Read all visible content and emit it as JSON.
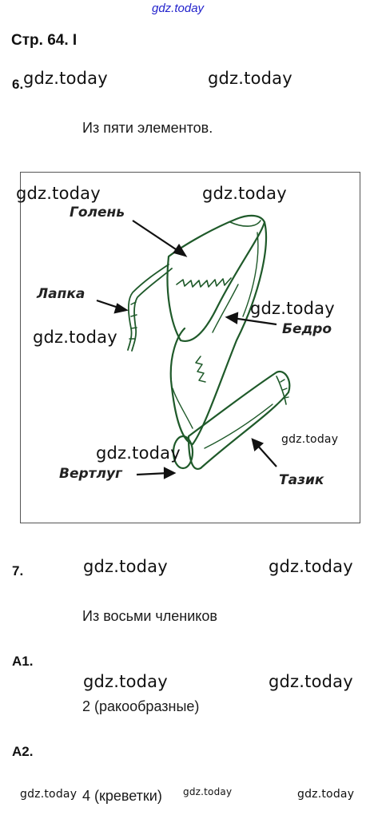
{
  "watermark_top": "gdz.today",
  "page_heading": "Стр. 64. I",
  "watermark": "gdz.today",
  "q6": {
    "number": "6.",
    "answer": "Из пяти элементов."
  },
  "figure": {
    "labels": {
      "tibia": "Голень",
      "tarsus": "Лапка",
      "femur": "Бедро",
      "trochanter": "Вертлуг",
      "coxa": "Тазик"
    }
  },
  "q7": {
    "number": "7.",
    "answer": "Из восьми члеников"
  },
  "a1": {
    "number": "А1.",
    "answer": "2 (ракообразные)"
  },
  "a2": {
    "number": "А2.",
    "answer": "4 (креветки)"
  },
  "colors": {
    "drawing": "#1f5a2a",
    "watermark_top": "#2222cc"
  }
}
